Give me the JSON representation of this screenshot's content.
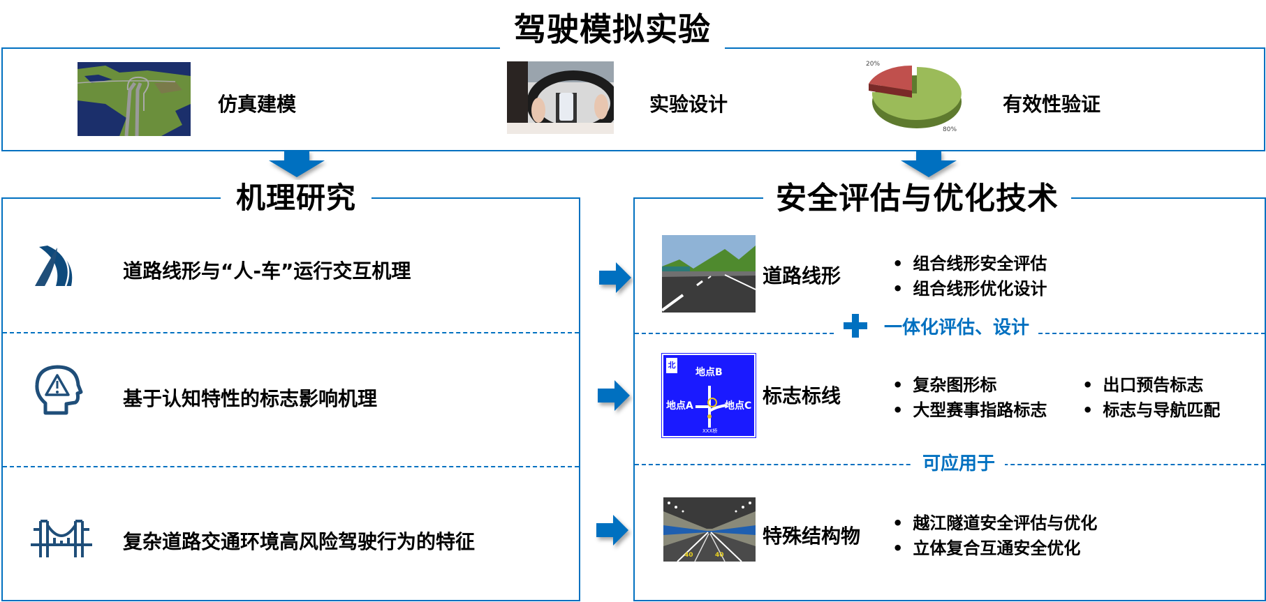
{
  "top": {
    "title": "驾驶模拟实验",
    "items": [
      {
        "label": "仿真建模",
        "image": "simulation-model-image"
      },
      {
        "label": "实验设计",
        "image": "driver-steering-wheel-image"
      },
      {
        "label": "有效性验证",
        "image": "validity-pie-chart"
      }
    ],
    "pie": {
      "slices": [
        {
          "label": "20%",
          "value": 20,
          "color": "#C0504D"
        },
        {
          "label": "80%",
          "value": 80,
          "color": "#9BBB59"
        }
      ]
    }
  },
  "left": {
    "title": "机理研究",
    "rows": [
      {
        "icon": "road-curve-icon",
        "text": "道路线形与“人-车”运行交互机理"
      },
      {
        "icon": "head-warning-icon",
        "text": "基于认知特性的标志影响机理"
      },
      {
        "icon": "bridge-icon",
        "text": "复杂道路交通环境高风险驾驶行为的特征"
      }
    ]
  },
  "right": {
    "title": "安全评估与优化技术",
    "sections": [
      {
        "label": "道路线形",
        "image": "road-alignment-image",
        "bullets": [
          "组合线形安全评估",
          "组合线形优化设计"
        ]
      },
      {
        "label": "标志标线",
        "image": "guide-sign-image",
        "bullets": [
          "复杂图形标",
          "大型赛事指路标志",
          "出口预告标志",
          "标志与导航匹配"
        ]
      },
      {
        "label": "特殊结构物",
        "image": "tunnel-image",
        "bullets": [
          "越江隧道安全评估与优化",
          "立体复合互通安全优化"
        ]
      }
    ],
    "divider1": "一体化评估、设计",
    "divider2": "可应用于",
    "sign": {
      "north": "北",
      "top": "地点B",
      "left": "地点A",
      "right": "地点C",
      "bottom": "XXX桥"
    },
    "tunnel_speed": "40"
  },
  "colors": {
    "accent": "#0070C0",
    "icon_dark": "#1F4E79"
  }
}
